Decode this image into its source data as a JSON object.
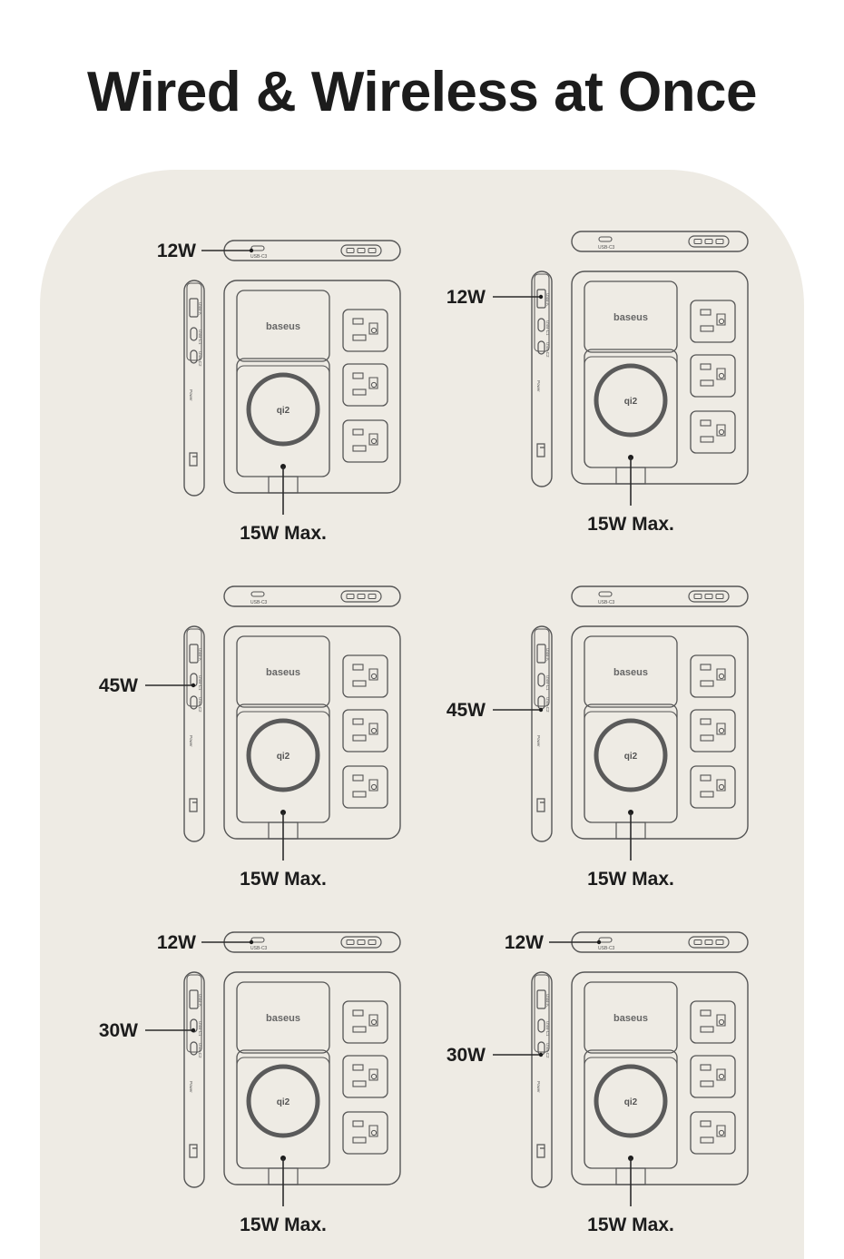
{
  "title": "Wired & Wireless at Once",
  "colors": {
    "panel": "#eeebe4",
    "stroke": "#555555",
    "text": "#1c1c1c",
    "ring": "#5a5a5a"
  },
  "icons": [
    "qi2-logo-icon",
    "outlet-icon",
    "usb-port-icon",
    "plug-icon"
  ],
  "device": {
    "brand": "baseus",
    "qi_badge": "qi2",
    "port_labels": {
      "usb_a": "USB-A",
      "usb_c1": "USB-C1",
      "usb_c2": "USB-C2",
      "usb_c3": "USB-C3",
      "power": "Power"
    }
  },
  "configs": [
    {
      "top": "12W",
      "side": "",
      "bottom": "15W Max."
    },
    {
      "top": "",
      "side": "12W",
      "bottom": "15W Max."
    },
    {
      "top": "",
      "side": "45W",
      "bottom": "15W Max."
    },
    {
      "top": "",
      "side": "45W",
      "bottom": "15W Max."
    },
    {
      "top": "12W",
      "side": "30W",
      "bottom": "15W Max."
    },
    {
      "top": "12W",
      "side": "30W",
      "bottom": "15W Max."
    }
  ]
}
